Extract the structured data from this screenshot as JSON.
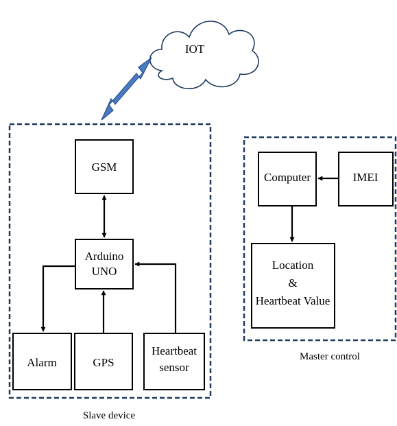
{
  "cloud": {
    "label": "IOT"
  },
  "slave": {
    "caption": "Slave device",
    "gsm": "GSM",
    "arduino_line1": "Arduino",
    "arduino_line2": "UNO",
    "alarm": "Alarm",
    "gps": "GPS",
    "heartbeat_line1": "Heartbeat",
    "heartbeat_line2": "sensor"
  },
  "master": {
    "caption": "Master control",
    "computer": "Computer",
    "imei": "IMEI",
    "location_line1": "Location",
    "location_line2": "&",
    "location_line3": "Heartbeat Value"
  },
  "colors": {
    "arrow_fill": "#4a7cc4",
    "arrow_stroke": "#2a4f8a",
    "dash": "#1f3a5f",
    "line": "#000000"
  }
}
